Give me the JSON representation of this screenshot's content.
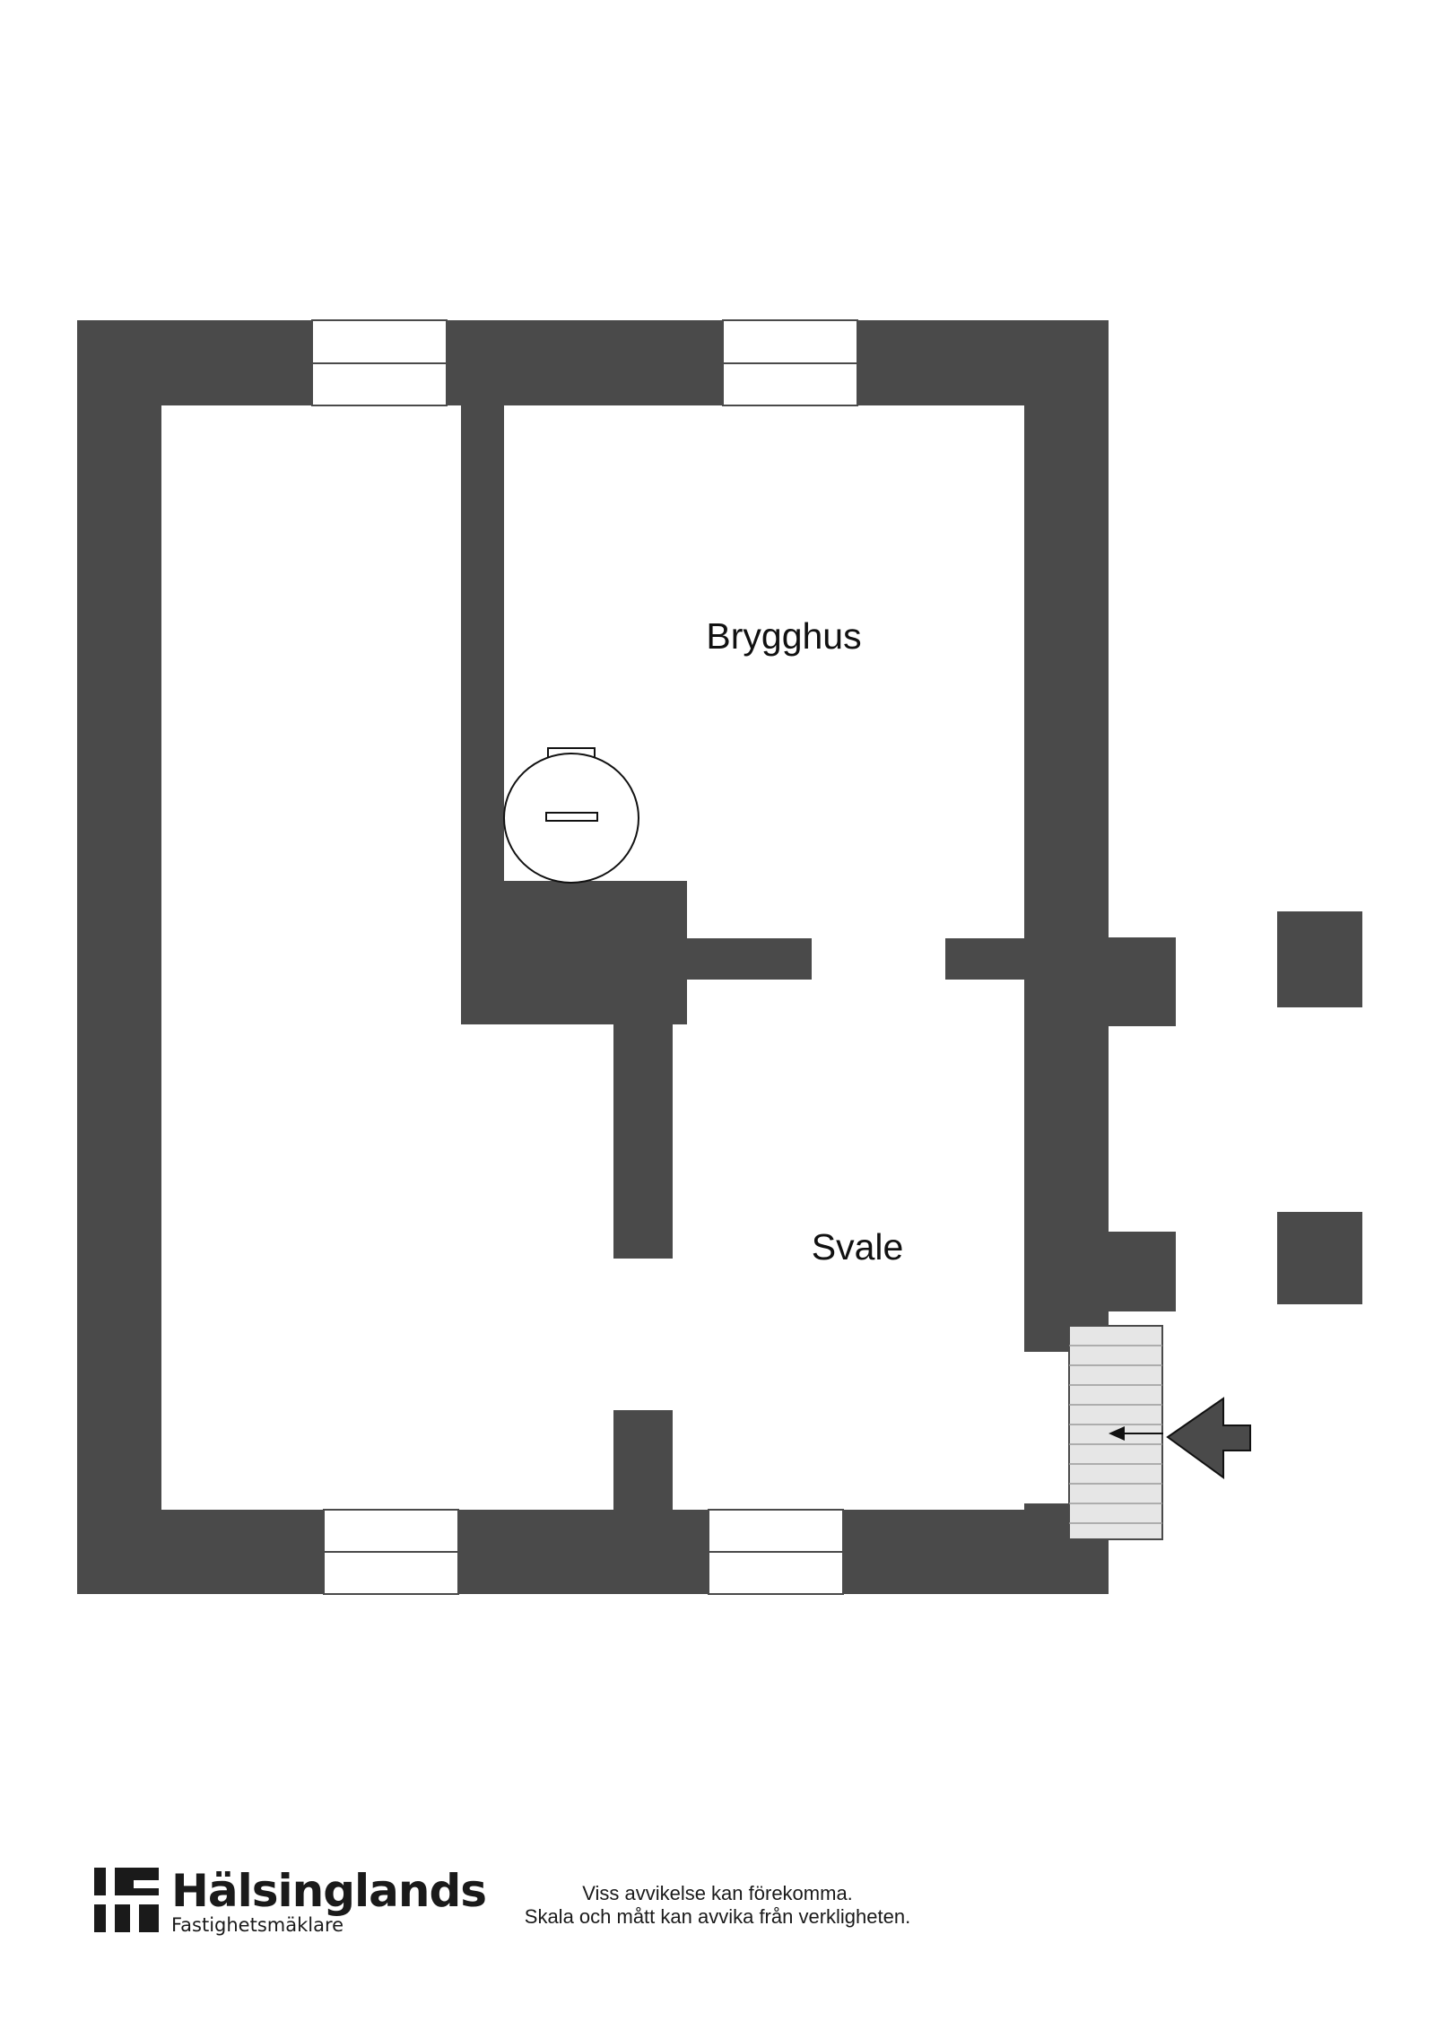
{
  "floorplan": {
    "rooms": [
      {
        "id": "brygghus",
        "label": "Brygghus"
      },
      {
        "id": "svale",
        "label": "Svale"
      }
    ],
    "fixtures": [
      {
        "type": "boiler-tank"
      },
      {
        "type": "entrance-steps"
      },
      {
        "type": "entrance-arrow"
      }
    ],
    "colors": {
      "wall": "#4a4a4a",
      "window_frame": "#4a4a4a",
      "steps_fill": "#e6e6e6",
      "steps_lines": "#9a9a9a",
      "background": "#ffffff"
    }
  },
  "footer": {
    "brand_name": "Hälsinglands",
    "brand_subtitle": "Fastighetsmäklare",
    "logo_icon": "hf-logo-icon",
    "disclaimer_line1": "Viss avvikelse kan förekomma.",
    "disclaimer_line2": "Skala och mått kan avvika från verkligheten."
  }
}
